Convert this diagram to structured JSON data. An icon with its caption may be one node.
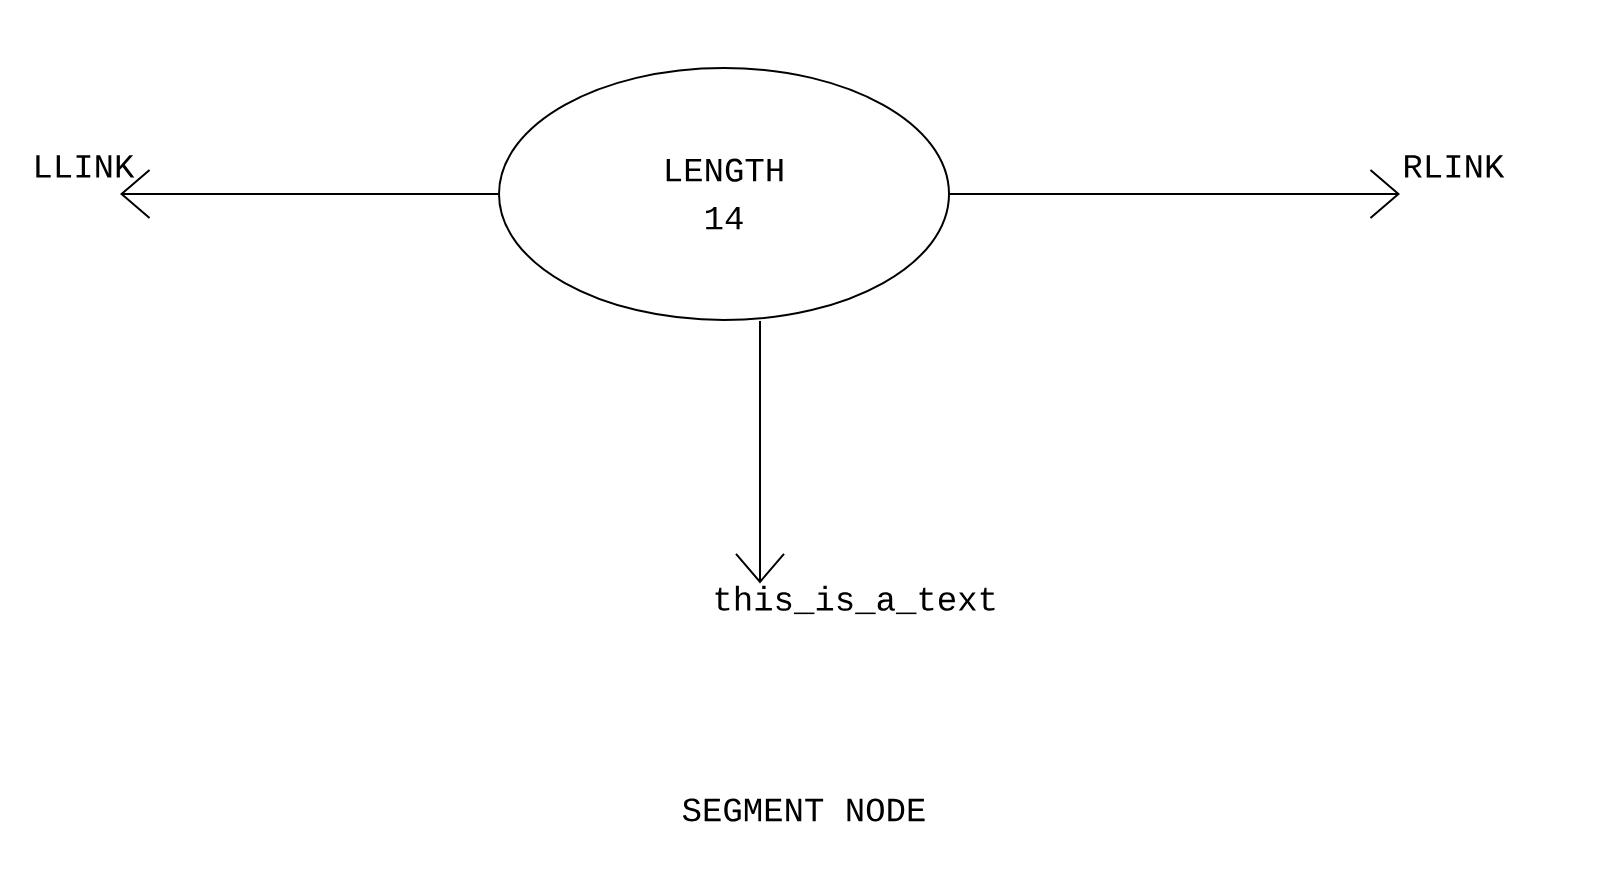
{
  "diagram": {
    "caption": "SEGMENT NODE",
    "nodes": [
      {
        "text": [
          "LENGTH",
          "14"
        ]
      },
      {
        "text": [
          "LLINK"
        ]
      },
      {
        "text": [
          "RLINK"
        ]
      },
      {
        "text": [
          "this_is_a_text"
        ]
      }
    ],
    "edges": [
      {
        "from": 0,
        "to": 1,
        "arrow": "to"
      },
      {
        "from": 0,
        "to": 2,
        "arrow": "to"
      },
      {
        "from": 0,
        "to": 3,
        "arrow": "to"
      }
    ]
  }
}
